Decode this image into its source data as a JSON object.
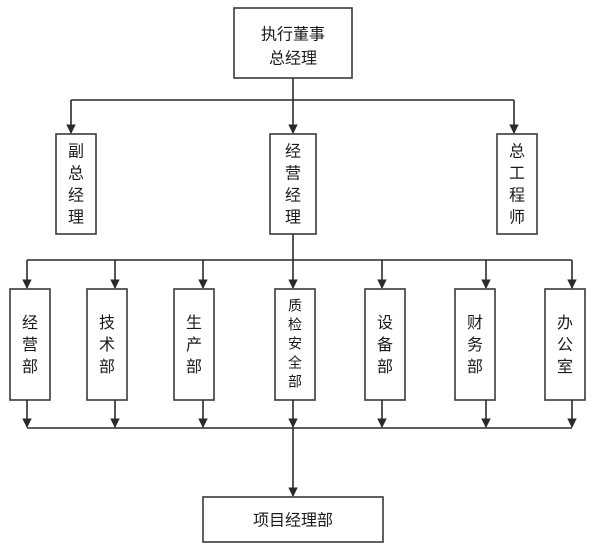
{
  "org_chart": {
    "top": {
      "line1": "执行董事",
      "line2": "总经理"
    },
    "level2": [
      {
        "id": "vice",
        "text": "副总经理"
      },
      {
        "id": "ops",
        "text": "经营经理"
      },
      {
        "id": "chief-eng",
        "text": "总工程师"
      }
    ],
    "departments": [
      {
        "id": "business",
        "text": "经营部"
      },
      {
        "id": "tech",
        "text": "技术部"
      },
      {
        "id": "production",
        "text": "生产部"
      },
      {
        "id": "qa-safety",
        "text": "质检安全部"
      },
      {
        "id": "equipment",
        "text": "设备部"
      },
      {
        "id": "finance",
        "text": "财务部"
      },
      {
        "id": "office",
        "text": "办公室"
      }
    ],
    "bottom": "项目经理部"
  }
}
